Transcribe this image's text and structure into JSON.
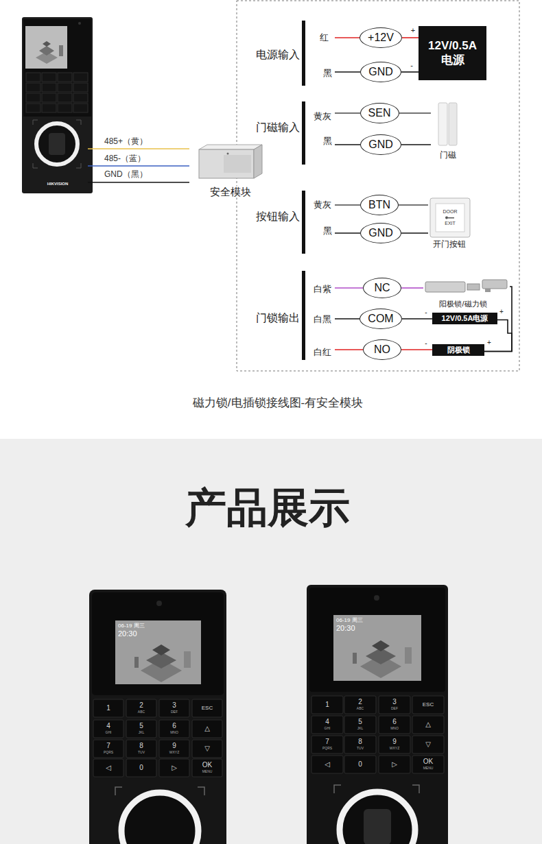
{
  "diagram": {
    "title": "产品展示",
    "caption": "磁力锁/电插锁接线图-有安全模块",
    "nodes": [
      {
        "text": [
          "安全模块"
        ]
      },
      {
        "text": [
          "+12V"
        ]
      },
      {
        "text": [
          "12V/0.5A 电源"
        ]
      },
      {
        "text": [
          "GND"
        ]
      },
      {
        "text": [
          "SEN"
        ]
      },
      {
        "text": [
          "门磁"
        ]
      },
      {
        "text": [
          "GND"
        ]
      },
      {
        "text": [
          "BTN"
        ]
      },
      {
        "text": [
          "DOOR",
          "EXIT",
          "开门按钮"
        ]
      },
      {
        "text": [
          "GND"
        ]
      },
      {
        "text": [
          "NC"
        ]
      },
      {
        "text": [
          "阳极锁/磁力锁"
        ]
      },
      {
        "text": [
          "COM"
        ]
      },
      {
        "text": [
          "12V/0.5A电源"
        ]
      },
      {
        "text": [
          "NO"
        ]
      },
      {
        "text": [
          "阴极锁"
        ]
      }
    ],
    "edges": [
      {
        "from": 1,
        "to": 2,
        "arrow": "none"
      },
      {
        "from": 3,
        "to": 2,
        "arrow": "none"
      },
      {
        "from": 4,
        "to": 5,
        "arrow": "none"
      },
      {
        "from": 6,
        "to": 5,
        "arrow": "none"
      },
      {
        "from": 7,
        "to": 8,
        "arrow": "none"
      },
      {
        "from": 9,
        "to": 8,
        "arrow": "none"
      },
      {
        "from": 10,
        "to": 11,
        "arrow": "none"
      },
      {
        "from": 12,
        "to": 13,
        "arrow": "none"
      },
      {
        "from": 14,
        "to": 15,
        "arrow": "none"
      },
      {
        "from": 11,
        "to": 15,
        "arrow": "none"
      },
      {
        "from": 13,
        "to": 15,
        "arrow": "none"
      }
    ],
    "labels": [
      "485+（黄）",
      "485-（蓝）",
      "GND（黑）",
      "HIKVISION",
      "电源输入",
      "红",
      "黑",
      "+",
      "-",
      "门磁输入",
      "黄灰",
      "黑",
      "按钮输入",
      "黄灰",
      "黑",
      "门锁输出",
      "白紫",
      "白黑",
      "-",
      "+",
      "白红",
      "-",
      "+",
      "06-19 周三",
      "20:30",
      "1",
      "2",
      "ABC",
      "3",
      "DEF",
      "ESC",
      "4",
      "GHI",
      "5",
      "JKL",
      "6",
      "MNO",
      "△",
      "7",
      "PQRS",
      "8",
      "TUV",
      "9",
      "WXYZ",
      "▽",
      "◁",
      "0",
      "▷",
      "OK",
      "MENU",
      "06-19 周三",
      "20:30",
      "1",
      "2",
      "ABC",
      "3",
      "DEF",
      "ESC",
      "4",
      "GHI",
      "5",
      "JKL",
      "6",
      "MNO",
      "△",
      "7",
      "PQRS",
      "8",
      "TUV",
      "9",
      "WXYZ",
      "▽",
      "◁",
      "0",
      "▷",
      "OK",
      "MENU"
    ]
  }
}
